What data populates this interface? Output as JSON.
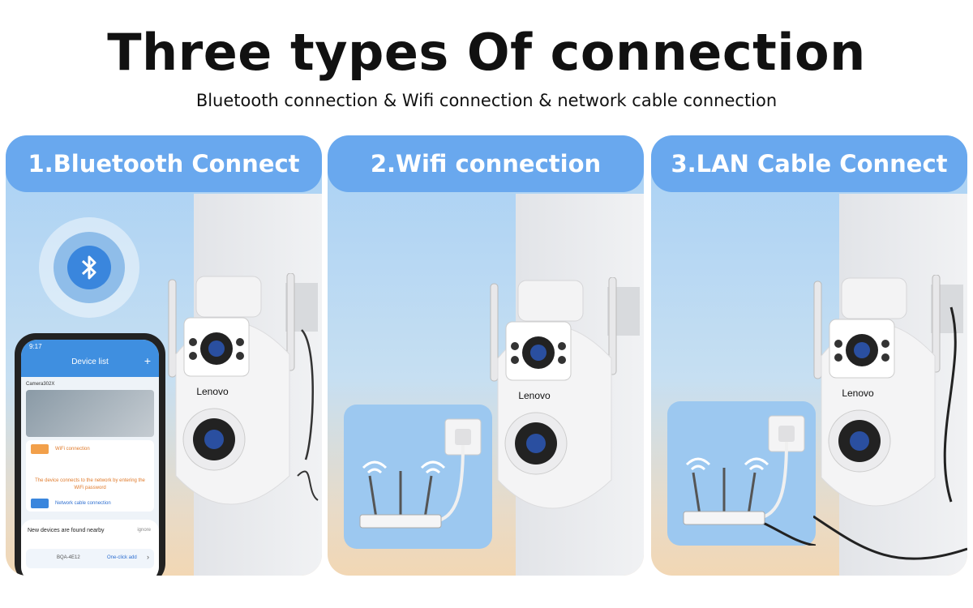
{
  "title": "Three types Of connection",
  "subtitle": "Bluetooth connection & Wifi connection & network cable connection",
  "panels": [
    {
      "label": "1.Bluetooth Connect"
    },
    {
      "label": "2.Wifi connection"
    },
    {
      "label": "3.LAN Cable Connect"
    }
  ],
  "camera": {
    "brand": "Lenovo"
  },
  "phone": {
    "time": "9:17",
    "header": "Device list",
    "camera_name": "Camera302X",
    "wifi_option": "WiFi connection",
    "wifi_desc": "The device connects to the network by entering the WiFi password",
    "lan_option": "Network cable connection",
    "sheet_title": "New devices are found nearby",
    "sheet_ignore": "ignore",
    "device_id": "BQA-4E12",
    "one_click": "One-click add"
  },
  "icons": {
    "bluetooth": "bluetooth-icon",
    "router": "router-icon",
    "wifi": "wifi-signal-icon",
    "socket": "wall-socket-icon"
  },
  "colors": {
    "header_blue": "#69a8ee",
    "panel_sky": "#a8d0f4",
    "router_box": "#9cc8f0",
    "bluetooth_blue": "#3a86dd"
  }
}
